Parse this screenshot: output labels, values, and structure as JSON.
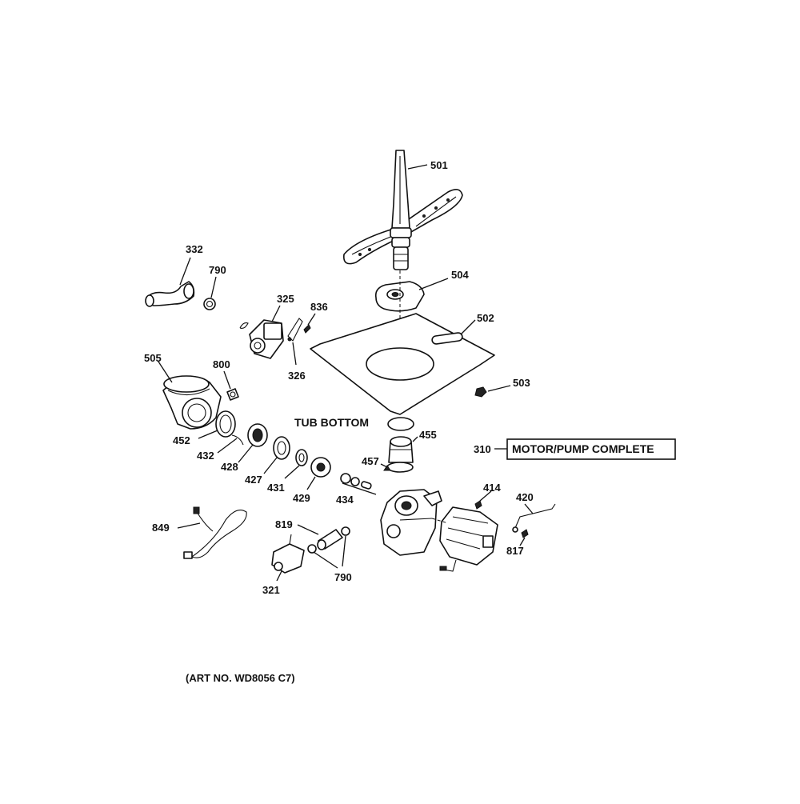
{
  "callouts": {
    "c501": "501",
    "c504": "504",
    "c502": "502",
    "c503": "503",
    "c332": "332",
    "c790a": "790",
    "c325": "325",
    "c836": "836",
    "c326": "326",
    "c505": "505",
    "c800": "800",
    "c455": "455",
    "c457": "457",
    "c310": "310",
    "c452": "452",
    "c432": "432",
    "c428": "428",
    "c427": "427",
    "c431": "431",
    "c429": "429",
    "c434": "434",
    "c414": "414",
    "c420": "420",
    "c817": "817",
    "c849": "849",
    "c819": "819",
    "c790b": "790",
    "c321": "321"
  },
  "tub_bottom_label": "TUB BOTTOM",
  "motor_pump_label": "MOTOR/PUMP COMPLETE",
  "art_number": "(ART NO. WD8056 C7)"
}
